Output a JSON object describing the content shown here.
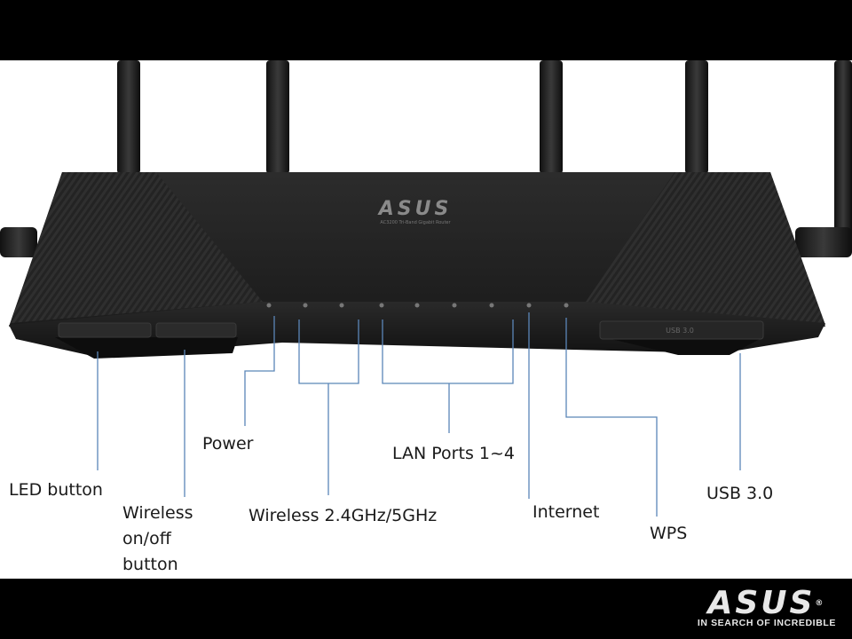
{
  "labels": {
    "led_button": "LED button",
    "wireless_onoff": [
      "Wireless",
      "on/off",
      "button"
    ],
    "power": "Power",
    "wireless_bands": "Wireless 2.4GHz/5GHz",
    "lan_ports": "LAN Ports 1~4",
    "internet": "Internet",
    "wps": "WPS",
    "usb": "USB 3.0"
  },
  "router": {
    "logo_text": "ASUS",
    "model_text": "AC3200 Tri-Band Gigabit Router",
    "usb_port_text": "USB 3.0"
  },
  "footer": {
    "brand": "ASUS",
    "tagline": "IN SEARCH OF INCREDIBLE"
  },
  "colors": {
    "leader_line": "#5b86b8",
    "router_body": "#1f1f1f",
    "background": "#ffffff",
    "frame": "#000000"
  },
  "icons": [
    "power-led-icon",
    "wifi-24ghz-led-icon",
    "wifi-5ghz-led-icon",
    "lan1-led-icon",
    "lan2-led-icon",
    "lan3-led-icon",
    "lan4-led-icon",
    "internet-led-icon",
    "wps-led-icon"
  ]
}
